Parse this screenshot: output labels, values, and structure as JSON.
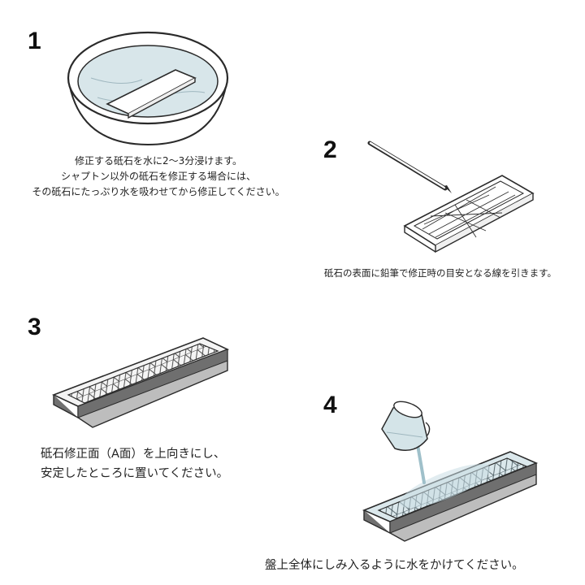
{
  "steps": [
    {
      "number": "1",
      "lines": [
        "修正する砥石を水に2～3分浸けます。",
        "シャプトン以外の砥石を修正する場合には、",
        "その砥石にたっぷり水を吸わせてから修正してください。"
      ],
      "illustration": "bowl-with-stone-soaking"
    },
    {
      "number": "2",
      "lines": [
        "砥石の表面に鉛筆で修正時の目安となる線を引きます。"
      ],
      "illustration": "pencil-drawing-lines-on-plate"
    },
    {
      "number": "3",
      "lines": [
        "砥石修正面（A面）を上向きにし、",
        "安定したところに置いてください。"
      ],
      "illustration": "truing-plate-face-up"
    },
    {
      "number": "4",
      "lines": [
        "盤上全体にしみ入るように水をかけてください。"
      ],
      "illustration": "pouring-water-on-plate"
    }
  ],
  "colors": {
    "line": "#2a2a2a",
    "water": "#c9dde3",
    "plate_side": "#6f6f6f",
    "plate_top": "#f4f4f4"
  }
}
